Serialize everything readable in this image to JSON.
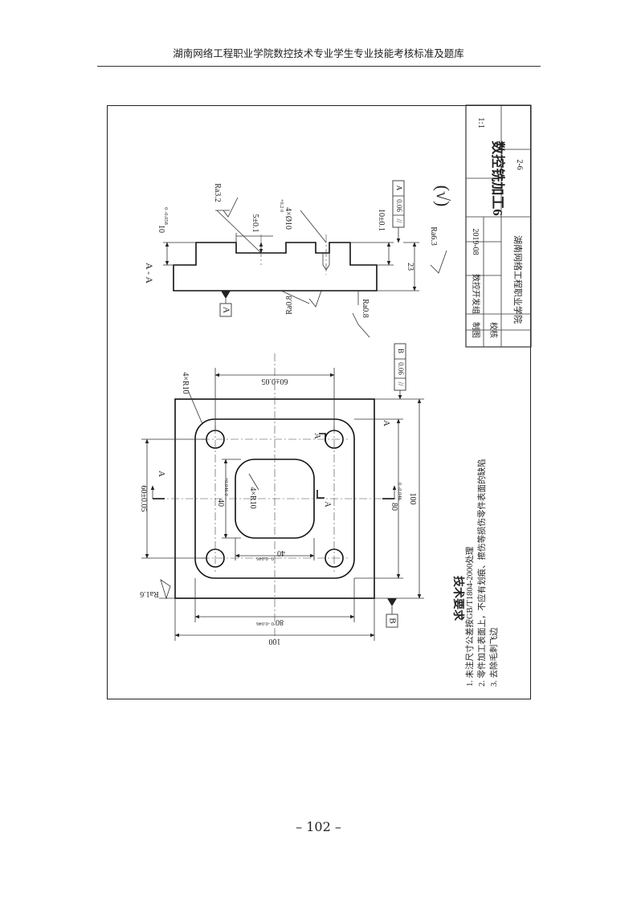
{
  "header": {
    "title": "湖南网络工程职业学院数控技术专业学生专业技能考核标准及题库"
  },
  "footer": {
    "page_number": "– 102 –"
  },
  "title_block": {
    "drawing_title": "数控铣加工6",
    "scale": "1:1",
    "drawing_number": "2-6",
    "drawn_label": "制图",
    "drawn_by": "数控开发组",
    "date": "2019-08",
    "checked_label": "校核",
    "institution": "湖南网络工程职业学院"
  },
  "section_view": {
    "label": "A - A",
    "dims": {
      "top_step": "10",
      "top_step_tol": "0 -0.058",
      "pocket_depth": "5±0.1",
      "hole_spec": "4×Ø10",
      "hole_tol": "+0.2 0",
      "boss_height": "10±0.1",
      "total_height": "23"
    },
    "roughness": {
      "pocket_wall": "Ra3.2",
      "bottom": "Ra0.8",
      "side": "Ra0.8",
      "general": "Ra6.3"
    },
    "general_roughness_mark": "(√)",
    "parallel_tol": {
      "symbol": "//",
      "value": "0.06",
      "datum": "A"
    },
    "datum_label": "A"
  },
  "plan_view": {
    "dims": {
      "top_span": "60±0.05",
      "corner_radius": "4×R10",
      "left_span": "60±0.05",
      "pocket_height": "40",
      "pocket_height_tol": "+0.046 0",
      "pocket_radius": "4×R10",
      "pocket_width": "40",
      "pocket_width_tol": "0 -0.046",
      "boss_height": "80",
      "boss_height_tol": "0 -0.046",
      "outer_height": "100",
      "boss_width": "80",
      "boss_width_tol": "0 -0.046",
      "outer_width": "100"
    },
    "roughness": {
      "top_face": "Ra1.6"
    },
    "section_marks": {
      "letter": "A"
    },
    "parallel_tol": {
      "symbol": "//",
      "value": "0.06",
      "datum": "B"
    },
    "datum_label": "B"
  },
  "tech_requirements": {
    "title": "技术要求",
    "items": [
      "1. 未注尺寸公差按GB/T1804-2000处理",
      "2. 零件加工表面上，不应有划痕、擦伤等损伤零件表面的缺陷",
      "3. 去除毛刺飞边"
    ]
  }
}
